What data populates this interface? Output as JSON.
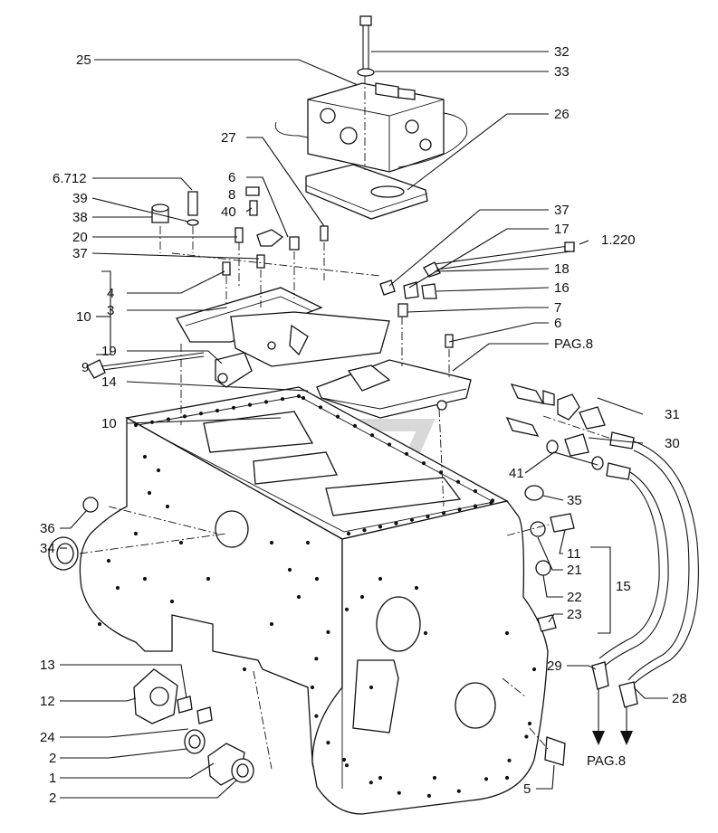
{
  "colors": {
    "ink": "#111111",
    "paper": "#ffffff",
    "watermark": "#cfcfcf"
  },
  "callouts": [
    {
      "id": "c25",
      "text": "25"
    },
    {
      "id": "c32",
      "text": "32"
    },
    {
      "id": "c33",
      "text": "33"
    },
    {
      "id": "c26",
      "text": "26"
    },
    {
      "id": "c27",
      "text": "27"
    },
    {
      "id": "c6712",
      "text": "6.712"
    },
    {
      "id": "c6a",
      "text": "6"
    },
    {
      "id": "c39",
      "text": "39"
    },
    {
      "id": "c8",
      "text": "8"
    },
    {
      "id": "c38",
      "text": "38"
    },
    {
      "id": "c40",
      "text": "40"
    },
    {
      "id": "c37a",
      "text": "37"
    },
    {
      "id": "c37b",
      "text": "37"
    },
    {
      "id": "c17",
      "text": "17"
    },
    {
      "id": "c1220",
      "text": "1.220"
    },
    {
      "id": "c20",
      "text": "20"
    },
    {
      "id": "c18",
      "text": "18"
    },
    {
      "id": "c16",
      "text": "16"
    },
    {
      "id": "c4",
      "text": "4"
    },
    {
      "id": "c3",
      "text": "3"
    },
    {
      "id": "c10a",
      "text": "10"
    },
    {
      "id": "c7",
      "text": "7"
    },
    {
      "id": "c6b",
      "text": "6"
    },
    {
      "id": "cpag8a",
      "text": "PAG.8"
    },
    {
      "id": "c19",
      "text": "19"
    },
    {
      "id": "c9",
      "text": "9"
    },
    {
      "id": "c14",
      "text": "14"
    },
    {
      "id": "c10b",
      "text": "10"
    },
    {
      "id": "c31",
      "text": "31"
    },
    {
      "id": "c30",
      "text": "30"
    },
    {
      "id": "c41",
      "text": "41"
    },
    {
      "id": "c35",
      "text": "35"
    },
    {
      "id": "c36",
      "text": "36"
    },
    {
      "id": "c34",
      "text": "34"
    },
    {
      "id": "c11",
      "text": "11"
    },
    {
      "id": "c21",
      "text": "21"
    },
    {
      "id": "c15",
      "text": "15"
    },
    {
      "id": "c22",
      "text": "22"
    },
    {
      "id": "c23",
      "text": "23"
    },
    {
      "id": "c13",
      "text": "13"
    },
    {
      "id": "c29",
      "text": "29"
    },
    {
      "id": "c28",
      "text": "28"
    },
    {
      "id": "c12",
      "text": "12"
    },
    {
      "id": "c24",
      "text": "24"
    },
    {
      "id": "c2a",
      "text": "2"
    },
    {
      "id": "c1",
      "text": "1"
    },
    {
      "id": "c2b",
      "text": "2"
    },
    {
      "id": "c5",
      "text": "5"
    },
    {
      "id": "cpag8b",
      "text": "PAG.8"
    }
  ]
}
